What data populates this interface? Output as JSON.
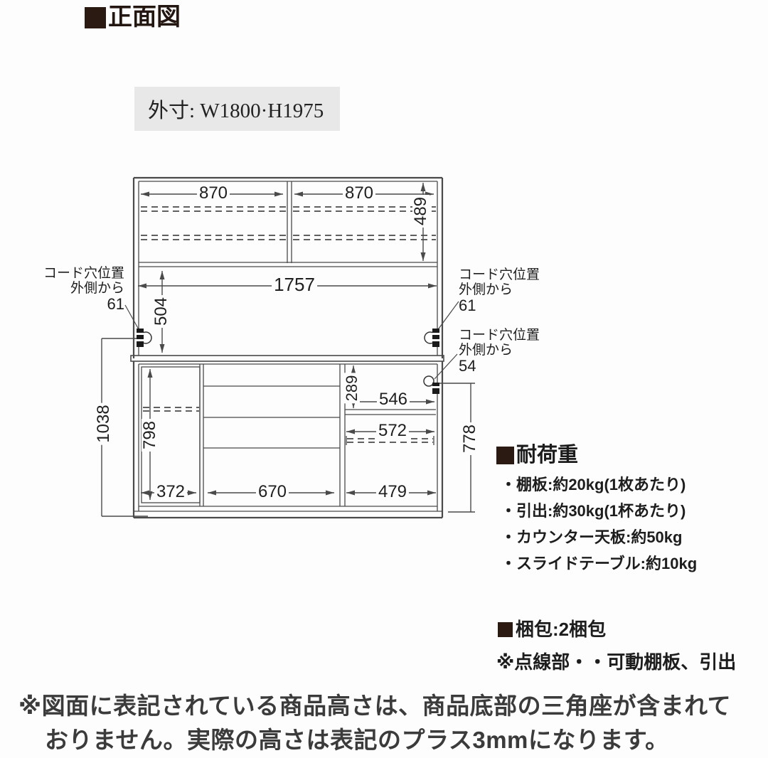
{
  "title": "正面図",
  "size_box": "外寸: W1800·H1975",
  "diagram": {
    "dims": {
      "upper_left_w": "870",
      "upper_right_w": "870",
      "upper_h": "489",
      "hutch_w": "1757",
      "hutch_h": "504",
      "total_left_h": "1038",
      "door_left_h": "798",
      "niche_h": "289",
      "niche_w": "546",
      "slide_w": "572",
      "right_h": "778",
      "door_left_w": "372",
      "drawers_w": "670",
      "door_right_w": "479"
    },
    "cord_labels": {
      "left": {
        "line1": "コード穴位置",
        "line2": "外側から",
        "value": "61"
      },
      "right_upper": {
        "line1": "コード穴位置",
        "line2": "外側から",
        "value": "61"
      },
      "right_lower": {
        "line1": "コード穴位置",
        "line2": "外側から",
        "value": "54"
      }
    }
  },
  "load_capacity": {
    "heading": "耐荷重",
    "items": [
      "・棚板:約20kg(1枚あたり)",
      "・引出:約30kg(1杯あたり)",
      "・カウンター天板:約50kg",
      "・スライドテーブル:約10kg"
    ]
  },
  "packaging": {
    "label": "梱包:2梱包"
  },
  "dotted_note": "※点線部・・可動棚板、引出",
  "footnote_line1": "※図面に表記されている商品高さは、商品底部の三角座が含まれて",
  "footnote_line2": "おりません。実際の高さは表記のプラス3mmになります。",
  "colors": {
    "accent_dark": "#2b1a12",
    "line": "#4a4a4a",
    "box_bg": "#e8e8e8"
  }
}
